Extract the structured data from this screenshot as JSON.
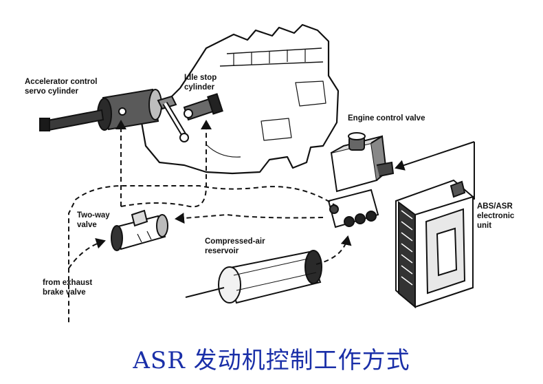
{
  "labels": {
    "accelerator": "Accelerator control\nservo cylinder",
    "idle_stop": "Idle stop\ncylinder",
    "engine_valve": "Engine control valve",
    "abs_asr": "ABS/ASR\nelectronic\nunit",
    "two_way": "Two-way\nvalve",
    "reservoir": "Compressed-air\nreservoir",
    "exhaust": "from exhaust\nbrake valve"
  },
  "caption": "ASR 发动机控制工作方式",
  "colors": {
    "caption": "#1a2fa8",
    "ink": "#111111"
  }
}
